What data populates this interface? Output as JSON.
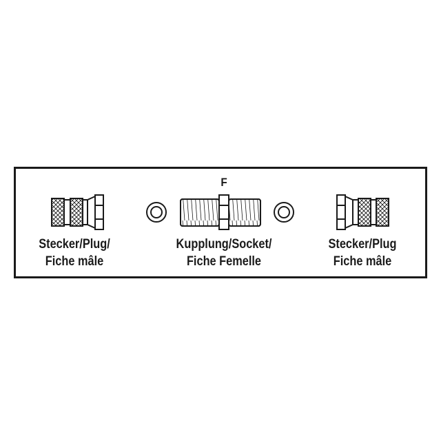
{
  "diagram": {
    "type_label": "F",
    "components": [
      {
        "id": "left-plug",
        "line1": "Stecker/Plug/",
        "line2": "Fiche mâle",
        "icon": "f-connector-plug-icon"
      },
      {
        "id": "coupler",
        "line1": "Kupplung/Socket/",
        "line2": "Fiche Femelle",
        "icon": "f-coupler-icon"
      },
      {
        "id": "right-plug",
        "line1": "Stecker/Plug",
        "line2": "Fiche mâle",
        "icon": "f-connector-plug-icon"
      }
    ],
    "washers": [
      "washer-icon",
      "washer-icon"
    ],
    "colors": {
      "stroke": "#1a1a1a",
      "background": "#ffffff"
    }
  }
}
